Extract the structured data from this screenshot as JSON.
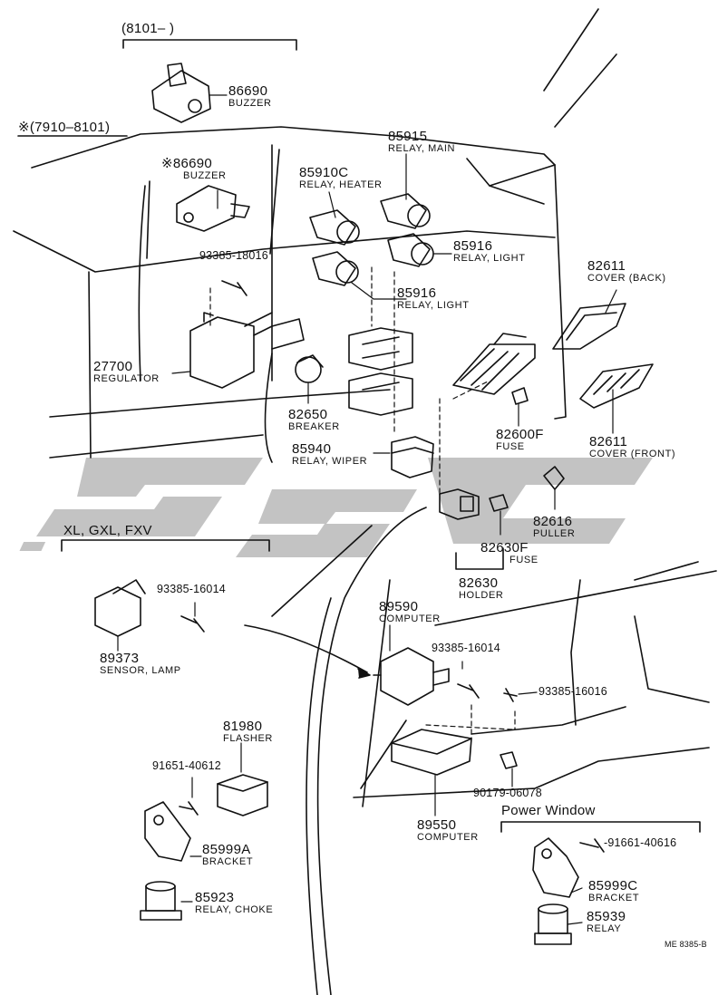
{
  "groups": {
    "g8101": "(8101–        )",
    "g7910": "※(7910–8101)",
    "xl": "XL, GXL, FXV",
    "pw": "Power Window"
  },
  "parts": [
    {
      "id": "p1",
      "num": "86690",
      "cap": "BUZZER"
    },
    {
      "id": "p2",
      "num": "※86690",
      "cap": "BUZZER"
    },
    {
      "id": "p3",
      "num": "85915",
      "cap": "RELAY, MAIN"
    },
    {
      "id": "p4",
      "num": "85910C",
      "cap": "RELAY, HEATER"
    },
    {
      "id": "p5",
      "num": "85916",
      "cap": "RELAY, LIGHT"
    },
    {
      "id": "p6",
      "num": "85916",
      "cap": "RELAY, LIGHT"
    },
    {
      "id": "p7",
      "num": "82611",
      "cap": "COVER (BACK)"
    },
    {
      "id": "p8",
      "num": "27700",
      "cap": "REGULATOR"
    },
    {
      "id": "p9",
      "num": "82650",
      "cap": "BREAKER"
    },
    {
      "id": "p10",
      "num": "85940",
      "cap": "RELAY, WIPER"
    },
    {
      "id": "p11",
      "num": "82600F",
      "cap": "FUSE"
    },
    {
      "id": "p12",
      "num": "82611",
      "cap": "COVER (FRONT)"
    },
    {
      "id": "p13",
      "num": "82616",
      "cap": "PULLER"
    },
    {
      "id": "p14",
      "num": "82630F",
      "cap": "FUSE"
    },
    {
      "id": "p15",
      "num": "82630",
      "cap": "HOLDER"
    },
    {
      "id": "p16",
      "num": "89590",
      "cap": "COMPUTER"
    },
    {
      "id": "p17",
      "num": "89373",
      "cap": "SENSOR, LAMP"
    },
    {
      "id": "p18",
      "num": "81980",
      "cap": "FLASHER"
    },
    {
      "id": "p19",
      "num": "85999A",
      "cap": "BRACKET"
    },
    {
      "id": "p20",
      "num": "85923",
      "cap": "RELAY, CHOKE"
    },
    {
      "id": "p21",
      "num": "89550",
      "cap": "COMPUTER"
    },
    {
      "id": "p22",
      "num": "85999C",
      "cap": "BRACKET"
    },
    {
      "id": "p23",
      "num": "85939",
      "cap": "RELAY"
    }
  ],
  "fasteners": {
    "f1": "93385-18016",
    "f2": "93385-16014",
    "f3": "93385-16014",
    "f4": "93385-16016",
    "f5": "91651-40612",
    "f6": "90179-06078",
    "f7": "-91661-40616"
  },
  "footer": {
    "code": "ME  8385-B"
  },
  "colors": {
    "ink": "#111111",
    "watermark": "#bdbdbd"
  }
}
